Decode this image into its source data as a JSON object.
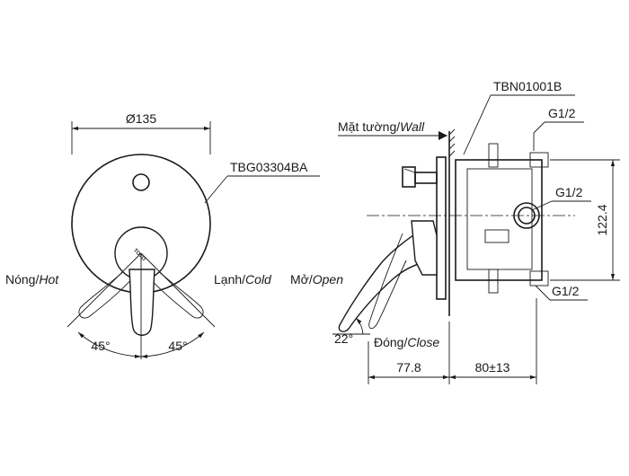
{
  "labels": {
    "diameter": "Ø135",
    "cover_model": "TBG03304BA",
    "body_model": "TBN01001B",
    "wall_prefix": "Mặt tường/",
    "wall_italic": "Wall",
    "hot_prefix": "Nóng/",
    "hot_italic": "Hot",
    "cold_prefix": "Lạnh/",
    "cold_italic": "Cold",
    "open_prefix": "Mở/",
    "open_italic": "Open",
    "close_prefix": "Đóng/",
    "close_italic": "Close",
    "thread_top": "G1/2",
    "thread_mid": "G1/2",
    "thread_bottom": "G1/2",
    "angle_left": "45°",
    "angle_right": "45°",
    "angle_lever": "22°",
    "dim_height": "122.4",
    "dim_depth_front": "77.8",
    "dim_depth_body": "80±13",
    "brand": "TOTO"
  },
  "colors": {
    "line": "#1a1a1a",
    "background": "#ffffff"
  }
}
